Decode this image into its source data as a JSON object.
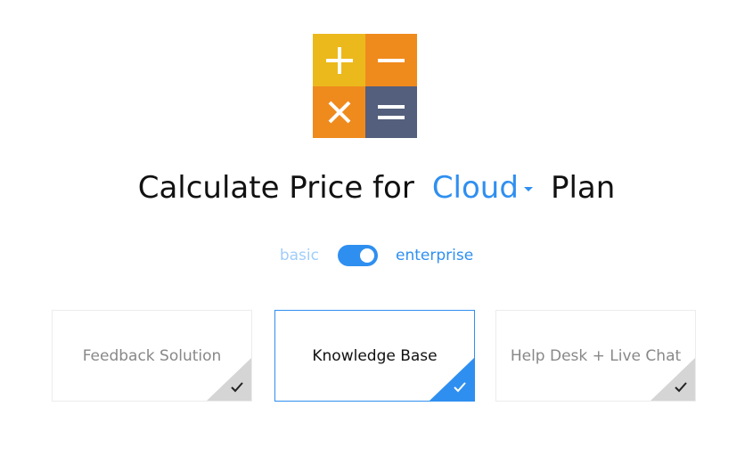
{
  "colors": {
    "accent": "#2f8ff0",
    "accent_light": "#9fcdfa",
    "logo_yellow": "#ecb91c",
    "logo_orange": "#ef8a1d",
    "logo_slate": "#545f7d",
    "corner_gray": "#d5d5d5"
  },
  "logo": {
    "icons": [
      "plus-icon",
      "minus-icon",
      "multiply-icon",
      "equals-icon"
    ]
  },
  "title": {
    "prefix": "Calculate Price for",
    "selected_plan": "Cloud",
    "suffix": "Plan"
  },
  "toggle": {
    "left_label": "basic",
    "right_label": "enterprise",
    "state": "enterprise"
  },
  "cards": [
    {
      "label": "Feedback Solution",
      "selected": false
    },
    {
      "label": "Knowledge Base",
      "selected": true
    },
    {
      "label": "Help Desk + Live Chat",
      "selected": false
    }
  ]
}
